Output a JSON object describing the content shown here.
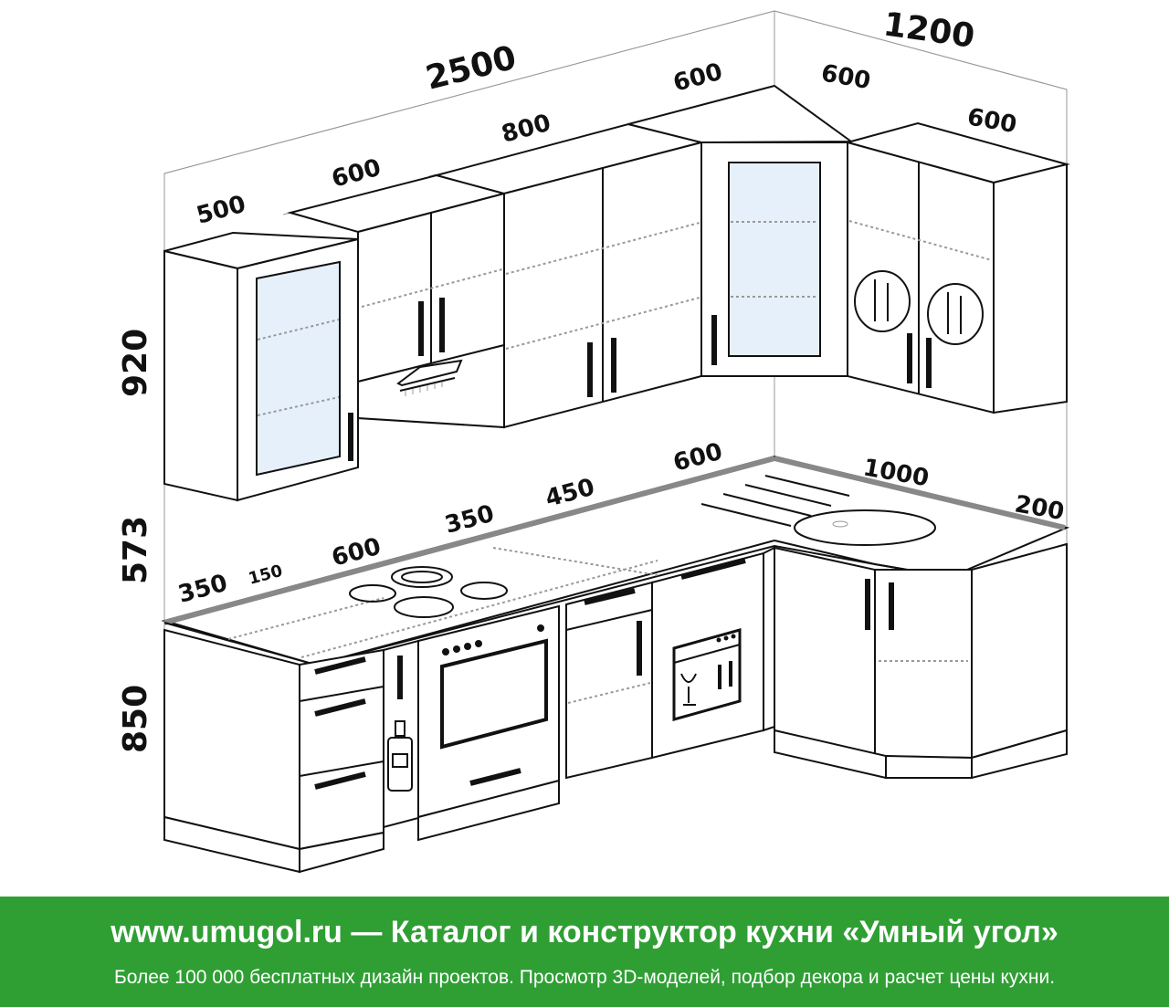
{
  "dimensions": {
    "total_width_left": "2500",
    "total_width_right": "1200",
    "upper_left_500": "500",
    "upper_600": "600",
    "upper_800": "800",
    "upper_corner_600": "600",
    "upper_right_600a": "600",
    "upper_right_600b": "600",
    "height_upper": "920",
    "height_apron": "573",
    "height_lower": "850",
    "lower_350": "350",
    "lower_150": "150",
    "lower_600": "600",
    "lower_350b": "350",
    "lower_450": "450",
    "lower_corner_600": "600",
    "lower_1000": "1000",
    "lower_200": "200"
  },
  "footer": {
    "title": "www.umugol.ru — Каталог и конструктор кухни «Умный угол»",
    "subtitle": "Более 100 000 бесплатных дизайн проектов. Просмотр 3D-моделей, подбор декора и расчет цены кухни."
  },
  "colors": {
    "footer_bg": "#2f9f34",
    "glass": "#e6f0fb",
    "outline": "#111111"
  },
  "icons": [
    "hood-icon",
    "hob-icon",
    "oven-icon",
    "dishwasher-icon",
    "sink-icon",
    "bottle-icon",
    "cutlery-plate-icon"
  ]
}
